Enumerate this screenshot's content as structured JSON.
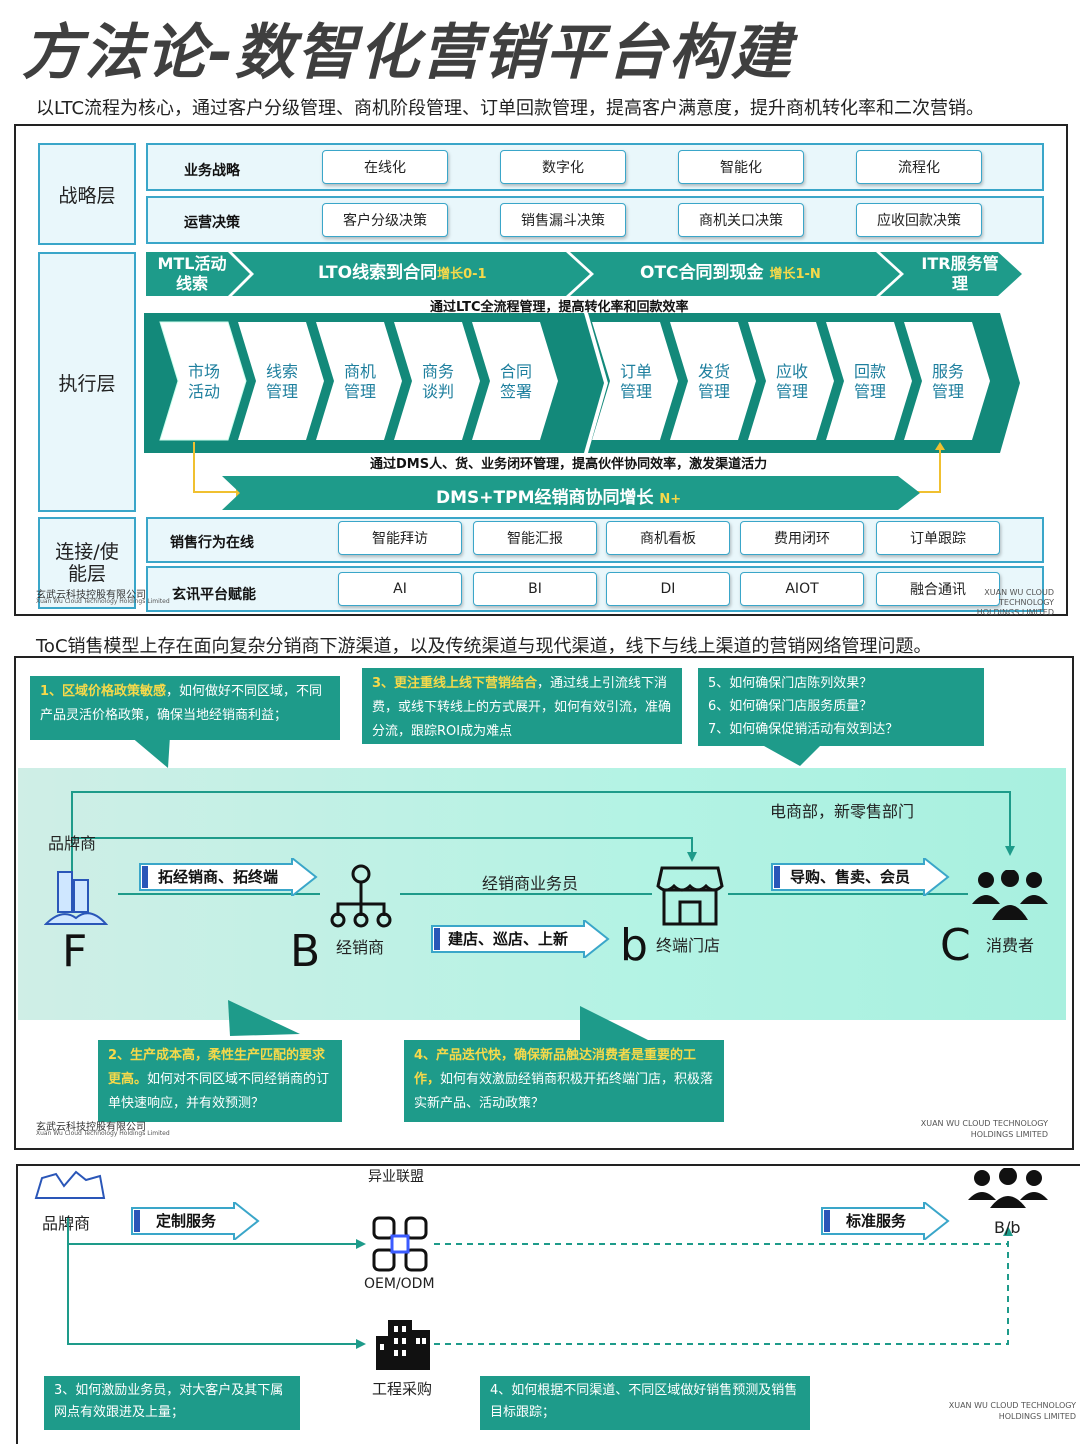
{
  "title": "方法论-数智化营销平台构建",
  "section1": {
    "subtitle": "以LTC流程为核心，通过客户分级管理、商机阶段管理、订单回款管理，提高客户满意度，提升商机转化率和二次营销。",
    "strategy_layer": "战略层",
    "execution_layer": "执行层",
    "connect_layer": "连接/使能层",
    "rows": {
      "business_strategy": {
        "label": "业务战略",
        "items": [
          "在线化",
          "数字化",
          "智能化",
          "流程化"
        ]
      },
      "operation_decision": {
        "label": "运营决策",
        "items": [
          "客户分级决策",
          "销售漏斗决策",
          "商机关口决策",
          "应收回款决策"
        ]
      }
    },
    "top_flow": {
      "mtl": "MTL活动线索",
      "lto": "LTO线索到合同",
      "lto_growth": "增长0-1",
      "otc": "OTC合同到现金",
      "otc_growth": "增长1-N",
      "itr": "ITR服务管理"
    },
    "ltc_caption": "通过LTC全流程管理，提高转化率和回款效率",
    "steps": [
      "市场活动",
      "线索管理",
      "商机管理",
      "商务谈判",
      "合同签署",
      "订单管理",
      "发货管理",
      "应收管理",
      "回款管理",
      "服务管理"
    ],
    "dms_caption": "通过DMS人、货、业务闭环管理，提高伙伴协同效率，激发渠道活力",
    "dms_bar": "DMS+TPM经销商协同增长",
    "dms_growth": "N+",
    "connect_rows": {
      "sales_online": {
        "label": "销售行为在线",
        "items": [
          "智能拜访",
          "智能汇报",
          "商机看板",
          "费用闭环",
          "订单跟踪"
        ]
      },
      "platform": {
        "label": "玄讯平台赋能",
        "items": [
          "AI",
          "BI",
          "DI",
          "AIOT",
          "融合通讯"
        ]
      }
    },
    "company_cn": "玄武云科技控股有限公司",
    "company_en_small": "Xuan Wu Cloud Technology Holdings Limited",
    "company_en": "XUAN WU CLOUD TECHNOLOGY HOLDINGS LIMITED"
  },
  "section2": {
    "subtitle": "ToC销售模型上存在面向复杂分销商下游渠道，以及传统渠道与现代渠道，线下与线上渠道的营销网络管理问题。",
    "note1_hl": "1、区域价格政策敏感",
    "note1_rest": "，如何做好不同区域，不同产品灵活价格政策，确保当地经销商利益；",
    "note3_hl": "3、更注重线上线下营销结合",
    "note3_rest": "，通过线上引流线下消费，或线下转线上的方式展开，如何有效引流，准确分流，跟踪ROI成为难点",
    "note567": [
      "5、如何确保门店陈列效果？",
      "6、如何确保门店服务质量？",
      "7、如何确保促销活动有效到达？"
    ],
    "ecommerce": "电商部，新零售部门",
    "brand": "品牌商",
    "letter_f": "F",
    "expand": "拓经销商、拓终端",
    "dealer": "经销商",
    "letter_b": "B",
    "dealer_staff": "经销商业务员",
    "build_store": "建店、巡店、上新",
    "letter_b_small": "b",
    "terminal_store": "终端门店",
    "guide_sell": "导购、售卖、会员",
    "letter_c": "C",
    "consumer": "消费者",
    "note2_hl": "2、生产成本高，柔性生产匹配的要求更高。",
    "note2_rest": "如何对不同区域不同经销商的订单快速响应，并有效预测？",
    "note4_hl": "4、产品迭代快，确保新品触达消费者是重要的工作，",
    "note4_rest": "如何有效激励经销商积极开拓终端门店，积极落实新产品、活动政策？"
  },
  "section3": {
    "alliance": "异业联盟",
    "brand": "品牌商",
    "custom_service": "定制服务",
    "oem": "OEM/ODM",
    "engineering": "工程采购",
    "standard_service": "标准服务",
    "bb": "B/b",
    "note3": "3、如何激励业务员，对大客户及其下属网点有效跟进及上量；",
    "note4": "4、如何根据不同渠道、不同区域做好销售预测及销售目标跟踪；"
  },
  "colors": {
    "teal": "#1e9b8a",
    "teal_dark": "#13897a",
    "cyan_border": "#3aa6c9",
    "light_band": "#a8f0df",
    "yellow": "#f6d94a"
  }
}
